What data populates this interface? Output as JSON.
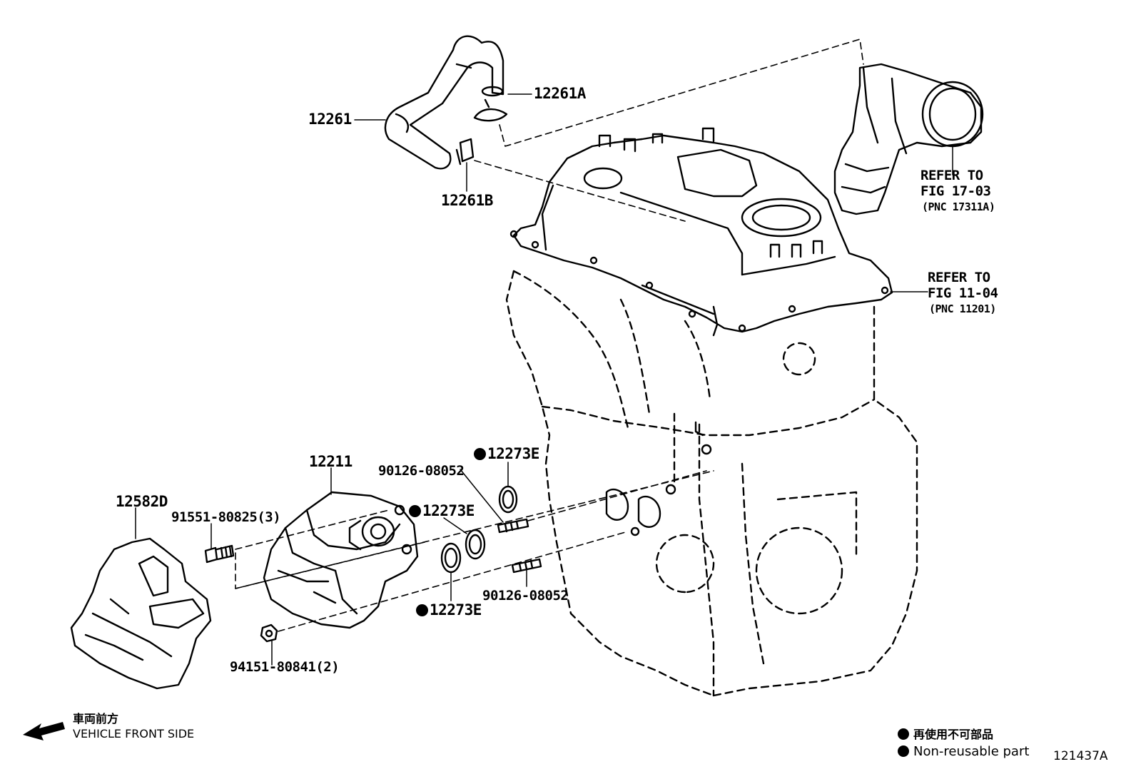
{
  "parts": {
    "hose": "12261",
    "hose_a": "12261A",
    "hose_b": "12261B",
    "pump": "12211",
    "cover": "12582D",
    "bolt": "91551-80825(3)",
    "nut": "94151-80841(2)",
    "stud_upper": "90126-08052",
    "stud_lower": "90126-08052",
    "gasket_top": "12273E",
    "gasket_mid": "12273E",
    "gasket_bottom": "12273E"
  },
  "refs": {
    "ref1_line1": "REFER TO",
    "ref1_line2": "FIG 17-03",
    "ref1_line3": "(PNC 17311A)",
    "ref2_line1": "REFER TO",
    "ref2_line2": "FIG 11-04",
    "ref2_line3": "(PNC 11201)"
  },
  "orientation": {
    "jp": "車両前方",
    "en": "VEHICLE FRONT SIDE"
  },
  "legend": {
    "jp": "再使用不可部品",
    "en": "Non-reusable part"
  },
  "figure_id": "121437A"
}
